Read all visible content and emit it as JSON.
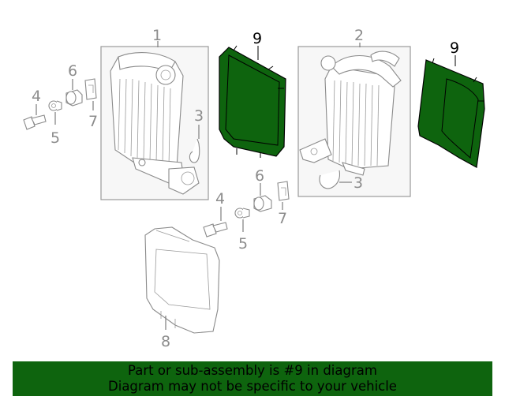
{
  "callouts": {
    "c1": "1",
    "c2": "2",
    "c3a": "3",
    "c3b": "3",
    "c4a": "4",
    "c4b": "4",
    "c5a": "5",
    "c5b": "5",
    "c6a": "6",
    "c6b": "6",
    "c7a": "7",
    "c7b": "7",
    "c8": "8",
    "c9a": "9",
    "c9b": "9"
  },
  "banner": {
    "line1": "Part or sub-assembly is #9 in diagram",
    "line2": "Diagram may not be specific to your vehicle"
  },
  "colors": {
    "highlight": "#0e640e",
    "outline": "#8a8a8a",
    "label": "#8c8c8c"
  }
}
